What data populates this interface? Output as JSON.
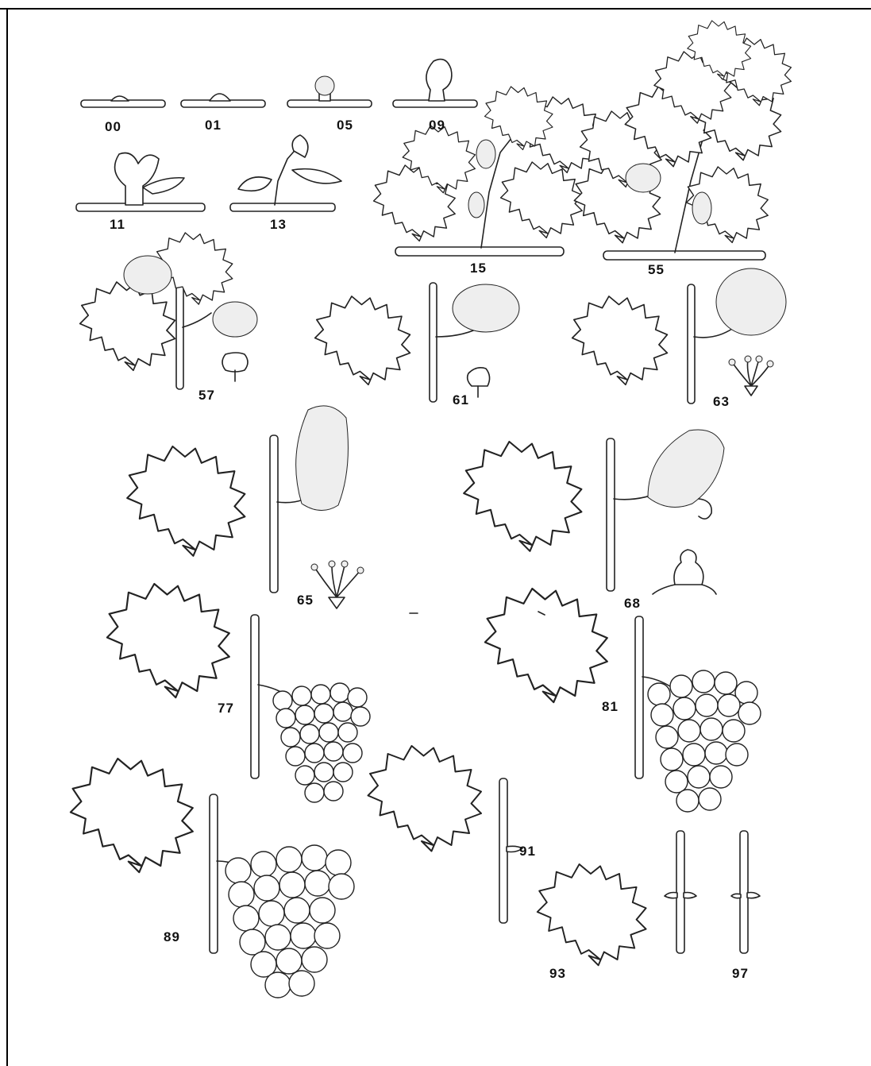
{
  "figure": {
    "stages": [
      {
        "code": "00"
      },
      {
        "code": "01"
      },
      {
        "code": "05"
      },
      {
        "code": "09"
      },
      {
        "code": "11"
      },
      {
        "code": "13"
      },
      {
        "code": "15"
      },
      {
        "code": "55"
      },
      {
        "code": "57"
      },
      {
        "code": "61"
      },
      {
        "code": "63"
      },
      {
        "code": "65"
      },
      {
        "code": "68"
      },
      {
        "code": "77"
      },
      {
        "code": "81"
      },
      {
        "code": "89"
      },
      {
        "code": "91"
      },
      {
        "code": "93"
      },
      {
        "code": "97"
      }
    ]
  }
}
